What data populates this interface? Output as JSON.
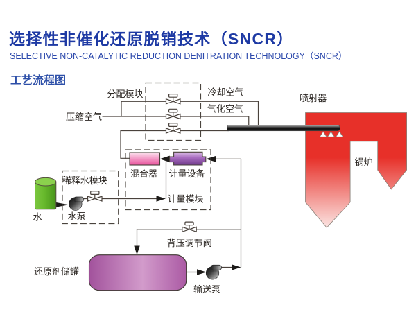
{
  "page": {
    "title": "选择性非催化还原脱销技术（SNCR）",
    "subtitle": "SELECTIVE NON-CATALYTIC REDUCTION DENITRATION TECHNOLOGY（SNCR）",
    "section_label": "工艺流程图"
  },
  "colors": {
    "title_blue": "#2138a1",
    "subtitle_blue": "#2c49ac",
    "section_label_blue": "#2d4fa8",
    "line_gray": "#4a423c",
    "boiler_red": "#e73029",
    "tank_purple": "#a656a0",
    "mixer_pink": "#e84f9b",
    "meter_purple": "#6f3a8a",
    "water_green": "#6ab32b",
    "pump_dark": "#1a1a1a"
  },
  "diagram": {
    "labels": {
      "distribution_module": "分配模块",
      "cooling_air": "冷却空气",
      "gasification_air": "气化空气",
      "compressed_air": "压缩空气",
      "injector": "喷射器",
      "boiler": "锅炉",
      "mixer": "混合器",
      "metering_device": "计量设备",
      "metering_module": "计量模块",
      "dilution_water_module": "稀释水模块",
      "water_pump": "水泵",
      "water": "水",
      "back_pressure_valve": "背压调节阀",
      "reducing_agent_tank": "还原剂储罐",
      "transfer_pump": "输送泵"
    }
  }
}
